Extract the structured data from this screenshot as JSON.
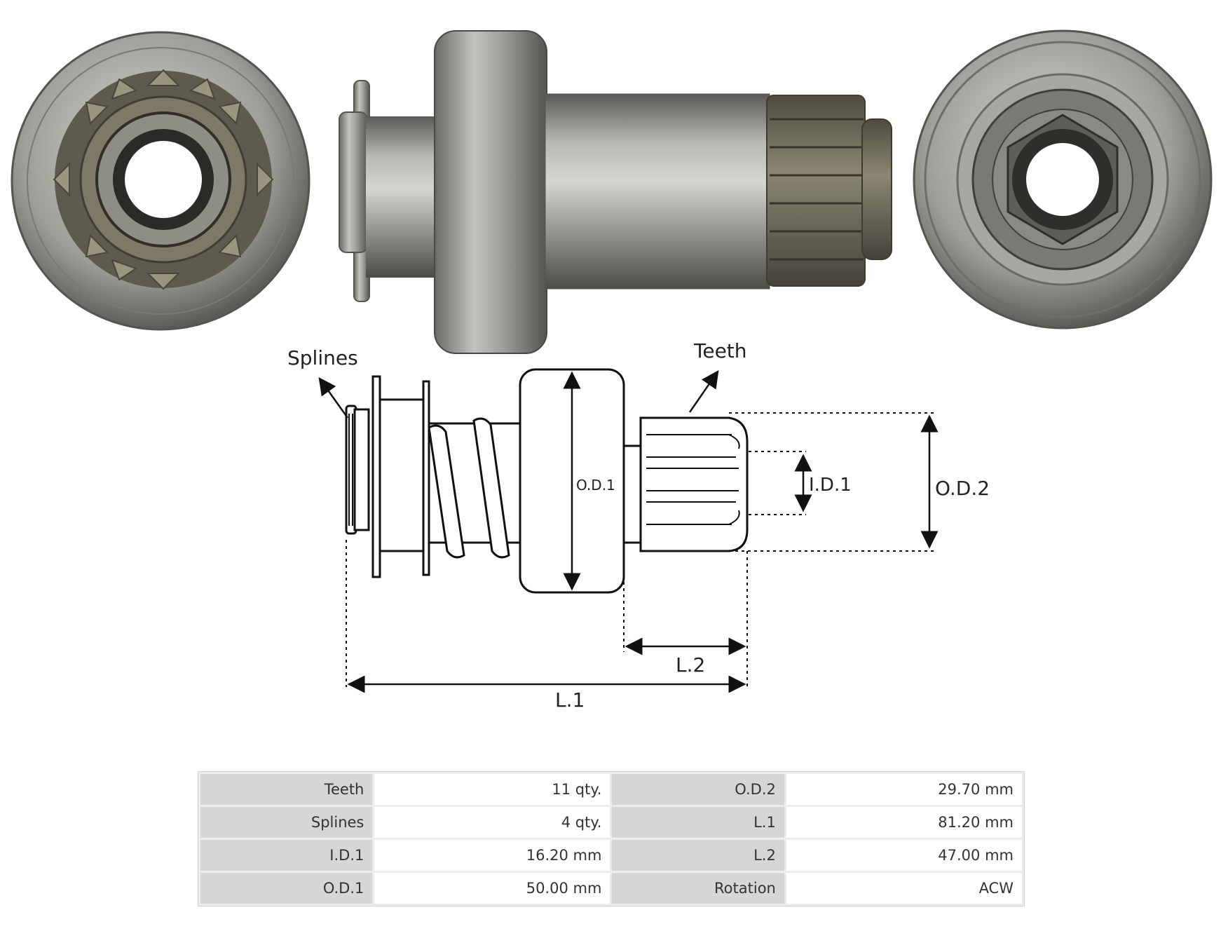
{
  "labels": {
    "splines": "Splines",
    "teeth": "Teeth",
    "od1": "O.D.1",
    "id1": "I.D.1",
    "od2": "O.D.2",
    "l1": "L.1",
    "l2": "L.2"
  },
  "specs": [
    {
      "k1": "Teeth",
      "v1": "11 qty.",
      "k2": "O.D.2",
      "v2": "29.70 mm"
    },
    {
      "k1": "Splines",
      "v1": "4 qty.",
      "k2": "L.1",
      "v2": "81.20 mm"
    },
    {
      "k1": "I.D.1",
      "v1": "16.20 mm",
      "k2": "L.2",
      "v2": "47.00 mm"
    },
    {
      "k1": "O.D.1",
      "v1": "50.00 mm",
      "k2": "Rotation",
      "v2": "ACW"
    }
  ],
  "colors": {
    "metal_light": "#c8c8c4",
    "metal_mid": "#8a8a84",
    "metal_dark": "#4a4a44",
    "gear_olive": "#6e6a58"
  }
}
